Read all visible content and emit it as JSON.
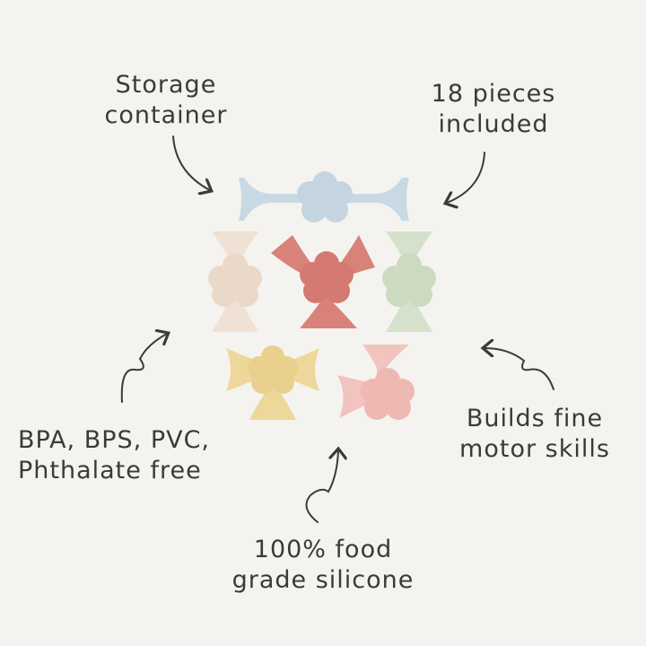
{
  "captions": {
    "storage": [
      "Storage",
      "container"
    ],
    "pieces": [
      "18 pieces",
      "included"
    ],
    "bpa": [
      "BPA, BPS, PVC,",
      "Phthalate free"
    ],
    "motor": [
      "Builds fine",
      "motor skills"
    ],
    "silicone": [
      "100% food",
      "grade silicone"
    ]
  },
  "colors": {
    "background": "#f5f3ef",
    "text": "#3a3a3a",
    "blue": "#c9d9e4",
    "cream": "#efe2d4",
    "coral": "#d9827a",
    "sage": "#d5e1cb",
    "yellow": "#eed79a",
    "pink": "#f2c3bf"
  }
}
